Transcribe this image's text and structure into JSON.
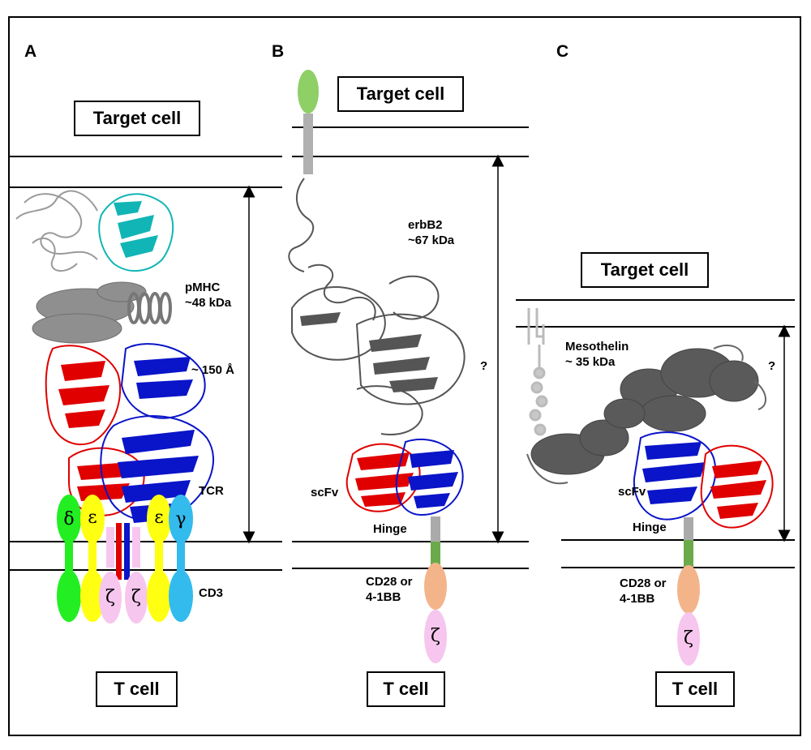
{
  "panels": [
    {
      "letter": "A",
      "target_label": "Target cell",
      "tcell_label": "T cell",
      "pmhc_name": "pMHC",
      "pmhc_size": "~48 kDa",
      "distance": "~ 150 Å",
      "tcr_label": "TCR",
      "cd3_label": "CD3",
      "chains": [
        "δ",
        "ε",
        "ζ",
        "ζ",
        "ε",
        "γ"
      ]
    },
    {
      "letter": "B",
      "target_label": "Target cell",
      "tcell_label": "T cell",
      "antigen_name": "erbB2",
      "antigen_size": "~67 kDa",
      "distance": "?",
      "scfv_label": "scFv",
      "hinge_label": "Hinge",
      "costim_line1": "CD28 or",
      "costim_line2": "4-1BB",
      "zeta": "ζ"
    },
    {
      "letter": "C",
      "target_label": "Target cell",
      "tcell_label": "T cell",
      "antigen_name": "Mesothelin",
      "antigen_size": "~ 35 kDa",
      "distance": "?",
      "scfv_label": "scFv",
      "hinge_label": "Hinge",
      "costim_line1": "CD28 or",
      "costim_line2": "4-1BB",
      "zeta": "ζ"
    }
  ],
  "colors": {
    "alpha_chain": "#e00000",
    "beta_chain": "#0a14c8",
    "mhc": "#9a9a9a",
    "b2m": "#12b5b5",
    "delta": "#22ee22",
    "epsilon": "#ffff11",
    "gamma": "#33bbee",
    "zeta": "#f6c6ee",
    "costim": "#f4b48a",
    "tm_green": "#6aaa4a",
    "hinge_grey": "#aaaaaa",
    "antigen_grey": "#555555",
    "anchor_green": "#8ecf66"
  }
}
